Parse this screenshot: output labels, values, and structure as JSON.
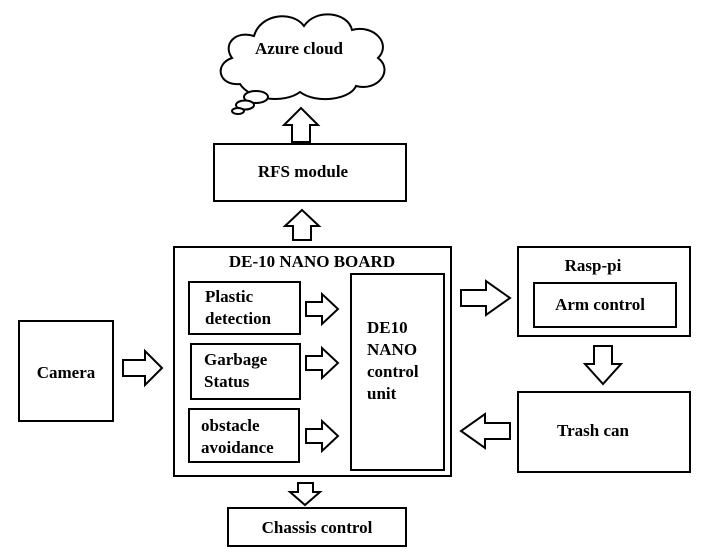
{
  "nodes": {
    "cloud": {
      "label": "Azure cloud"
    },
    "rfs": {
      "label": "RFS module"
    },
    "de10_board": {
      "label": "DE-10 NANO BOARD"
    },
    "plastic": {
      "lines": [
        "Plastic",
        "detection"
      ]
    },
    "garbage": {
      "lines": [
        "Garbage",
        "Status"
      ]
    },
    "obstacle": {
      "lines": [
        "obstacle",
        "avoidance"
      ]
    },
    "control_unit": {
      "lines": [
        "DE10",
        "NANO",
        "control",
        "unit"
      ]
    },
    "camera": {
      "label": "Camera"
    },
    "rasp": {
      "label": "Rasp-pi"
    },
    "arm": {
      "label": "Arm control"
    },
    "trash": {
      "label": "Trash can"
    },
    "chassis": {
      "label": "Chassis control"
    }
  }
}
